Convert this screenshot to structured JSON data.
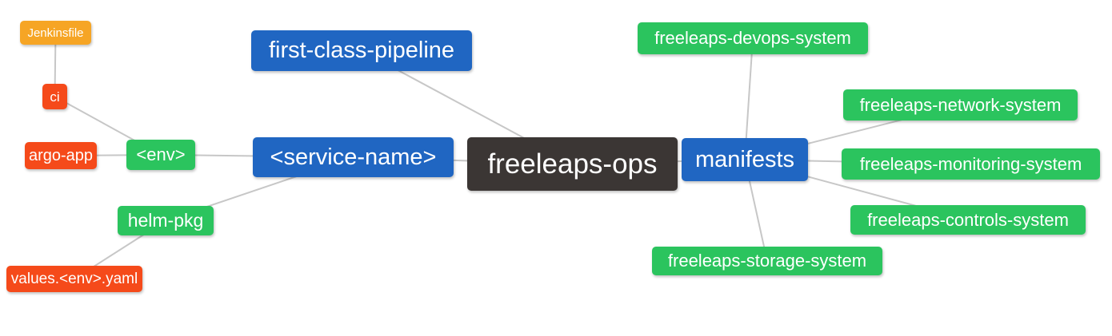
{
  "colors": {
    "root": "#3B3634",
    "primary_blue": "#2066C2",
    "leaf_green": "#2BC45E",
    "leaf_red": "#F54A1A",
    "leaf_orange": "#F6A525",
    "edge": "#C7C7C7",
    "node_text": "#FFFFFF"
  },
  "nodes": {
    "freeleaps_ops": {
      "label": "freeleaps-ops"
    },
    "first_class_pipeline": {
      "label": "first-class-pipeline"
    },
    "service_name": {
      "label": "<service-name>"
    },
    "manifests": {
      "label": "manifests"
    },
    "env": {
      "label": "<env>"
    },
    "helm_pkg": {
      "label": "helm-pkg"
    },
    "ci": {
      "label": "ci"
    },
    "jenkinsfile": {
      "label": "Jenkinsfile"
    },
    "argo_app": {
      "label": "argo-app"
    },
    "values_env_yaml": {
      "label": "values.<env>.yaml"
    },
    "devops_system": {
      "label": "freeleaps-devops-system"
    },
    "network_system": {
      "label": "freeleaps-network-system"
    },
    "monitoring_system": {
      "label": "freeleaps-monitoring-system"
    },
    "controls_system": {
      "label": "freeleaps-controls-system"
    },
    "storage_system": {
      "label": "freeleaps-storage-system"
    }
  },
  "edges": [
    [
      "jenkinsfile",
      "ci"
    ],
    [
      "ci",
      "env"
    ],
    [
      "argo_app",
      "env"
    ],
    [
      "env",
      "service_name"
    ],
    [
      "helm_pkg",
      "service_name"
    ],
    [
      "values_env_yaml",
      "helm_pkg"
    ],
    [
      "first_class_pipeline",
      "freeleaps_ops"
    ],
    [
      "service_name",
      "freeleaps_ops"
    ],
    [
      "freeleaps_ops",
      "manifests"
    ],
    [
      "manifests",
      "devops_system"
    ],
    [
      "manifests",
      "network_system"
    ],
    [
      "manifests",
      "monitoring_system"
    ],
    [
      "manifests",
      "controls_system"
    ],
    [
      "manifests",
      "storage_system"
    ]
  ]
}
